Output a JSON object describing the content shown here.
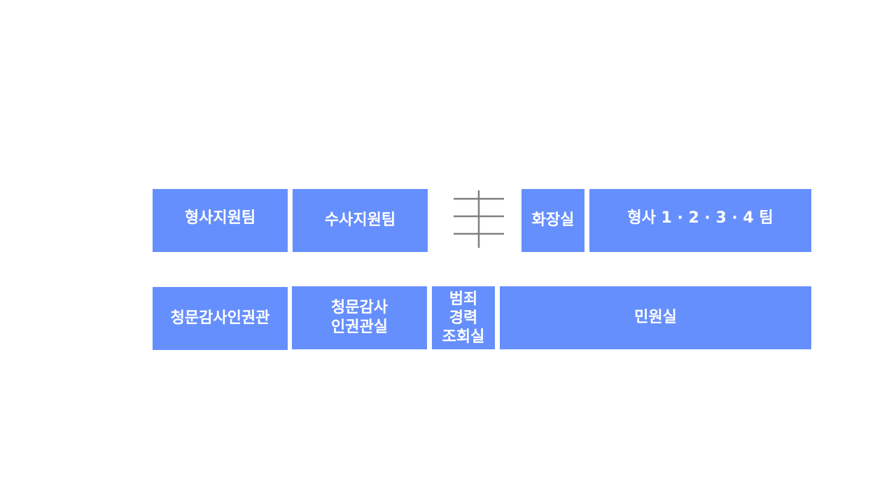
{
  "rooms": {
    "criminal_support_team": "형사지원팀",
    "investigation_support_team": "수사지원팀",
    "restroom": "화장실",
    "criminal_teams": "형사 1 · 2 · 3 · 4 팀",
    "hearing_audit_officer": "청문감사인권관",
    "hearing_audit_office": "청문감사\n인권관실",
    "criminal_record_office": "범죄\n경력\n조회실",
    "civil_affairs_office": "민원실"
  },
  "colors": {
    "room_fill": "#668ffe",
    "room_text": "#ffffff",
    "stairs_stroke": "#7f7f7f"
  },
  "icons": {
    "stairs": "stairs-icon"
  }
}
